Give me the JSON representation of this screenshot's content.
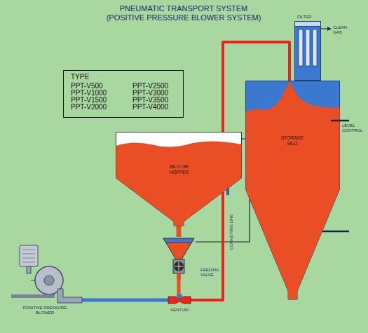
{
  "diagram": {
    "title": "PNEUMATIC TRANSPORT SYSTEM (POSITIVE PRESSURE BLOWER SYSTEM)",
    "nodes": [
      {
        "text": [
          "TYPE"
        ]
      },
      {
        "text": [
          "SILO OR HOPPER"
        ]
      },
      {
        "text": [
          "FEEDING VALVE"
        ]
      },
      {
        "text": [
          "POSITIVE PRESSURE BLOWER"
        ]
      },
      {
        "text": [
          "VENTURI"
        ]
      },
      {
        "text": [
          "STORAGE SILO"
        ]
      },
      {
        "text": [
          "FILTER"
        ]
      }
    ],
    "edges": [
      {
        "from": 1,
        "to": 2,
        "arrow": "none"
      },
      {
        "from": 2,
        "to": 4,
        "arrow": "none"
      },
      {
        "from": 3,
        "to": 4,
        "arrow": "none"
      },
      {
        "from": 4,
        "to": 5,
        "label": "CONVEYING LINE",
        "arrow": "none"
      }
    ],
    "labels": [
      "PPT-V500",
      "PPT-V1000",
      "PPT-V1500",
      "PPT-V2000",
      "PPT-V2500",
      "PPT-V3000",
      "PPT-V3500",
      "PPT-V4000",
      "LEVEL CONTROL",
      "CLEAN GAS"
    ]
  }
}
